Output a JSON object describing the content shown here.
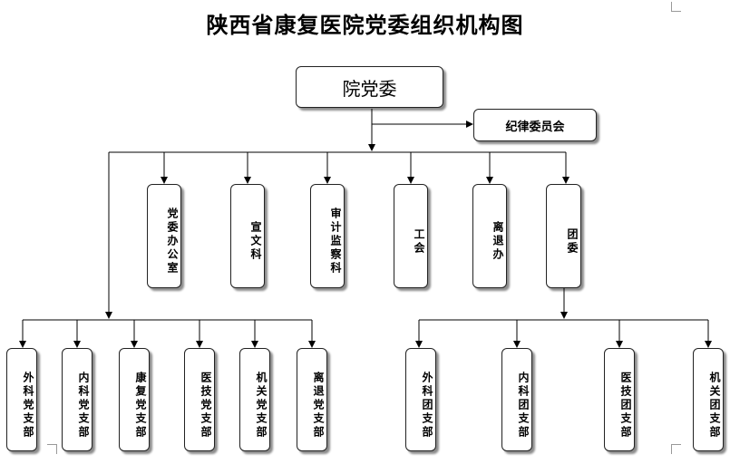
{
  "title": "陕西省康复医院党委组织机构图",
  "root": "院党委",
  "commission": "纪律委员会",
  "departments": [
    "党委办公室",
    "宣文科",
    "审计监察科",
    "工会",
    "离退办",
    "团委"
  ],
  "party_branches": [
    "外科党支部",
    "内科党支部",
    "康复党支部",
    "医技党支部",
    "机关党支部",
    "离退党支部"
  ],
  "youth_branches": [
    "外科团支部",
    "内科团支部",
    "医技团支部",
    "机关团支部"
  ]
}
